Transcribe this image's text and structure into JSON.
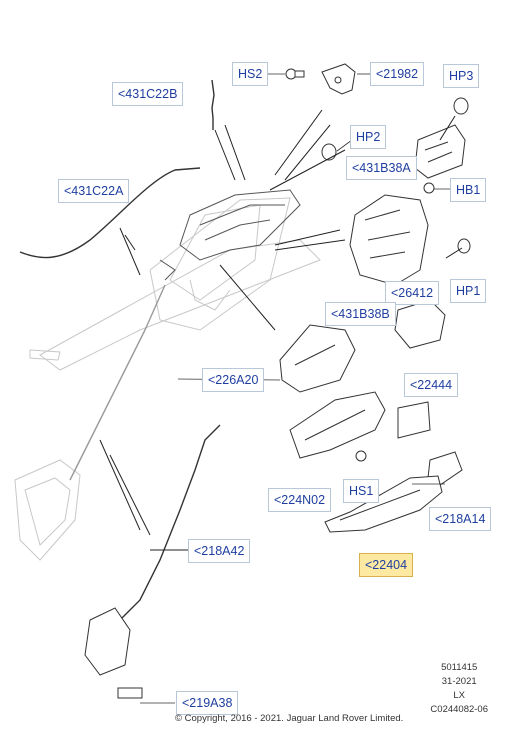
{
  "callouts": {
    "c431C22B": "<431C22B",
    "HS2": "HS2",
    "c21982": "<21982",
    "HP3": "HP3",
    "HP2": "HP2",
    "c431B38A": "<431B38A",
    "HB1": "HB1",
    "c431C22A": "<431C22A",
    "c26412": "<26412",
    "HP1": "HP1",
    "c431B38B": "<431B38B",
    "c226A20": "<226A20",
    "c22444": "<22444",
    "HS1": "HS1",
    "c224N02": "<224N02",
    "c218A14": "<218A14",
    "c22404": "<22404",
    "c218A42": "<218A42",
    "c219A38": "<219A38"
  },
  "active_callout": "c22404",
  "stamp": {
    "line1": "5011415",
    "line2": "31-2021",
    "line3": "LX",
    "line4": "C0244082-06"
  },
  "copyright": "© Copyright, 2016 - 2021. Jaguar Land Rover Limited.",
  "colors": {
    "callout_text": "#1f3fa0",
    "callout_border": "#b8c8d8",
    "active_fill": "#fde9a2",
    "line_art": "#333333",
    "ghost_art": "#c8c8c8"
  }
}
